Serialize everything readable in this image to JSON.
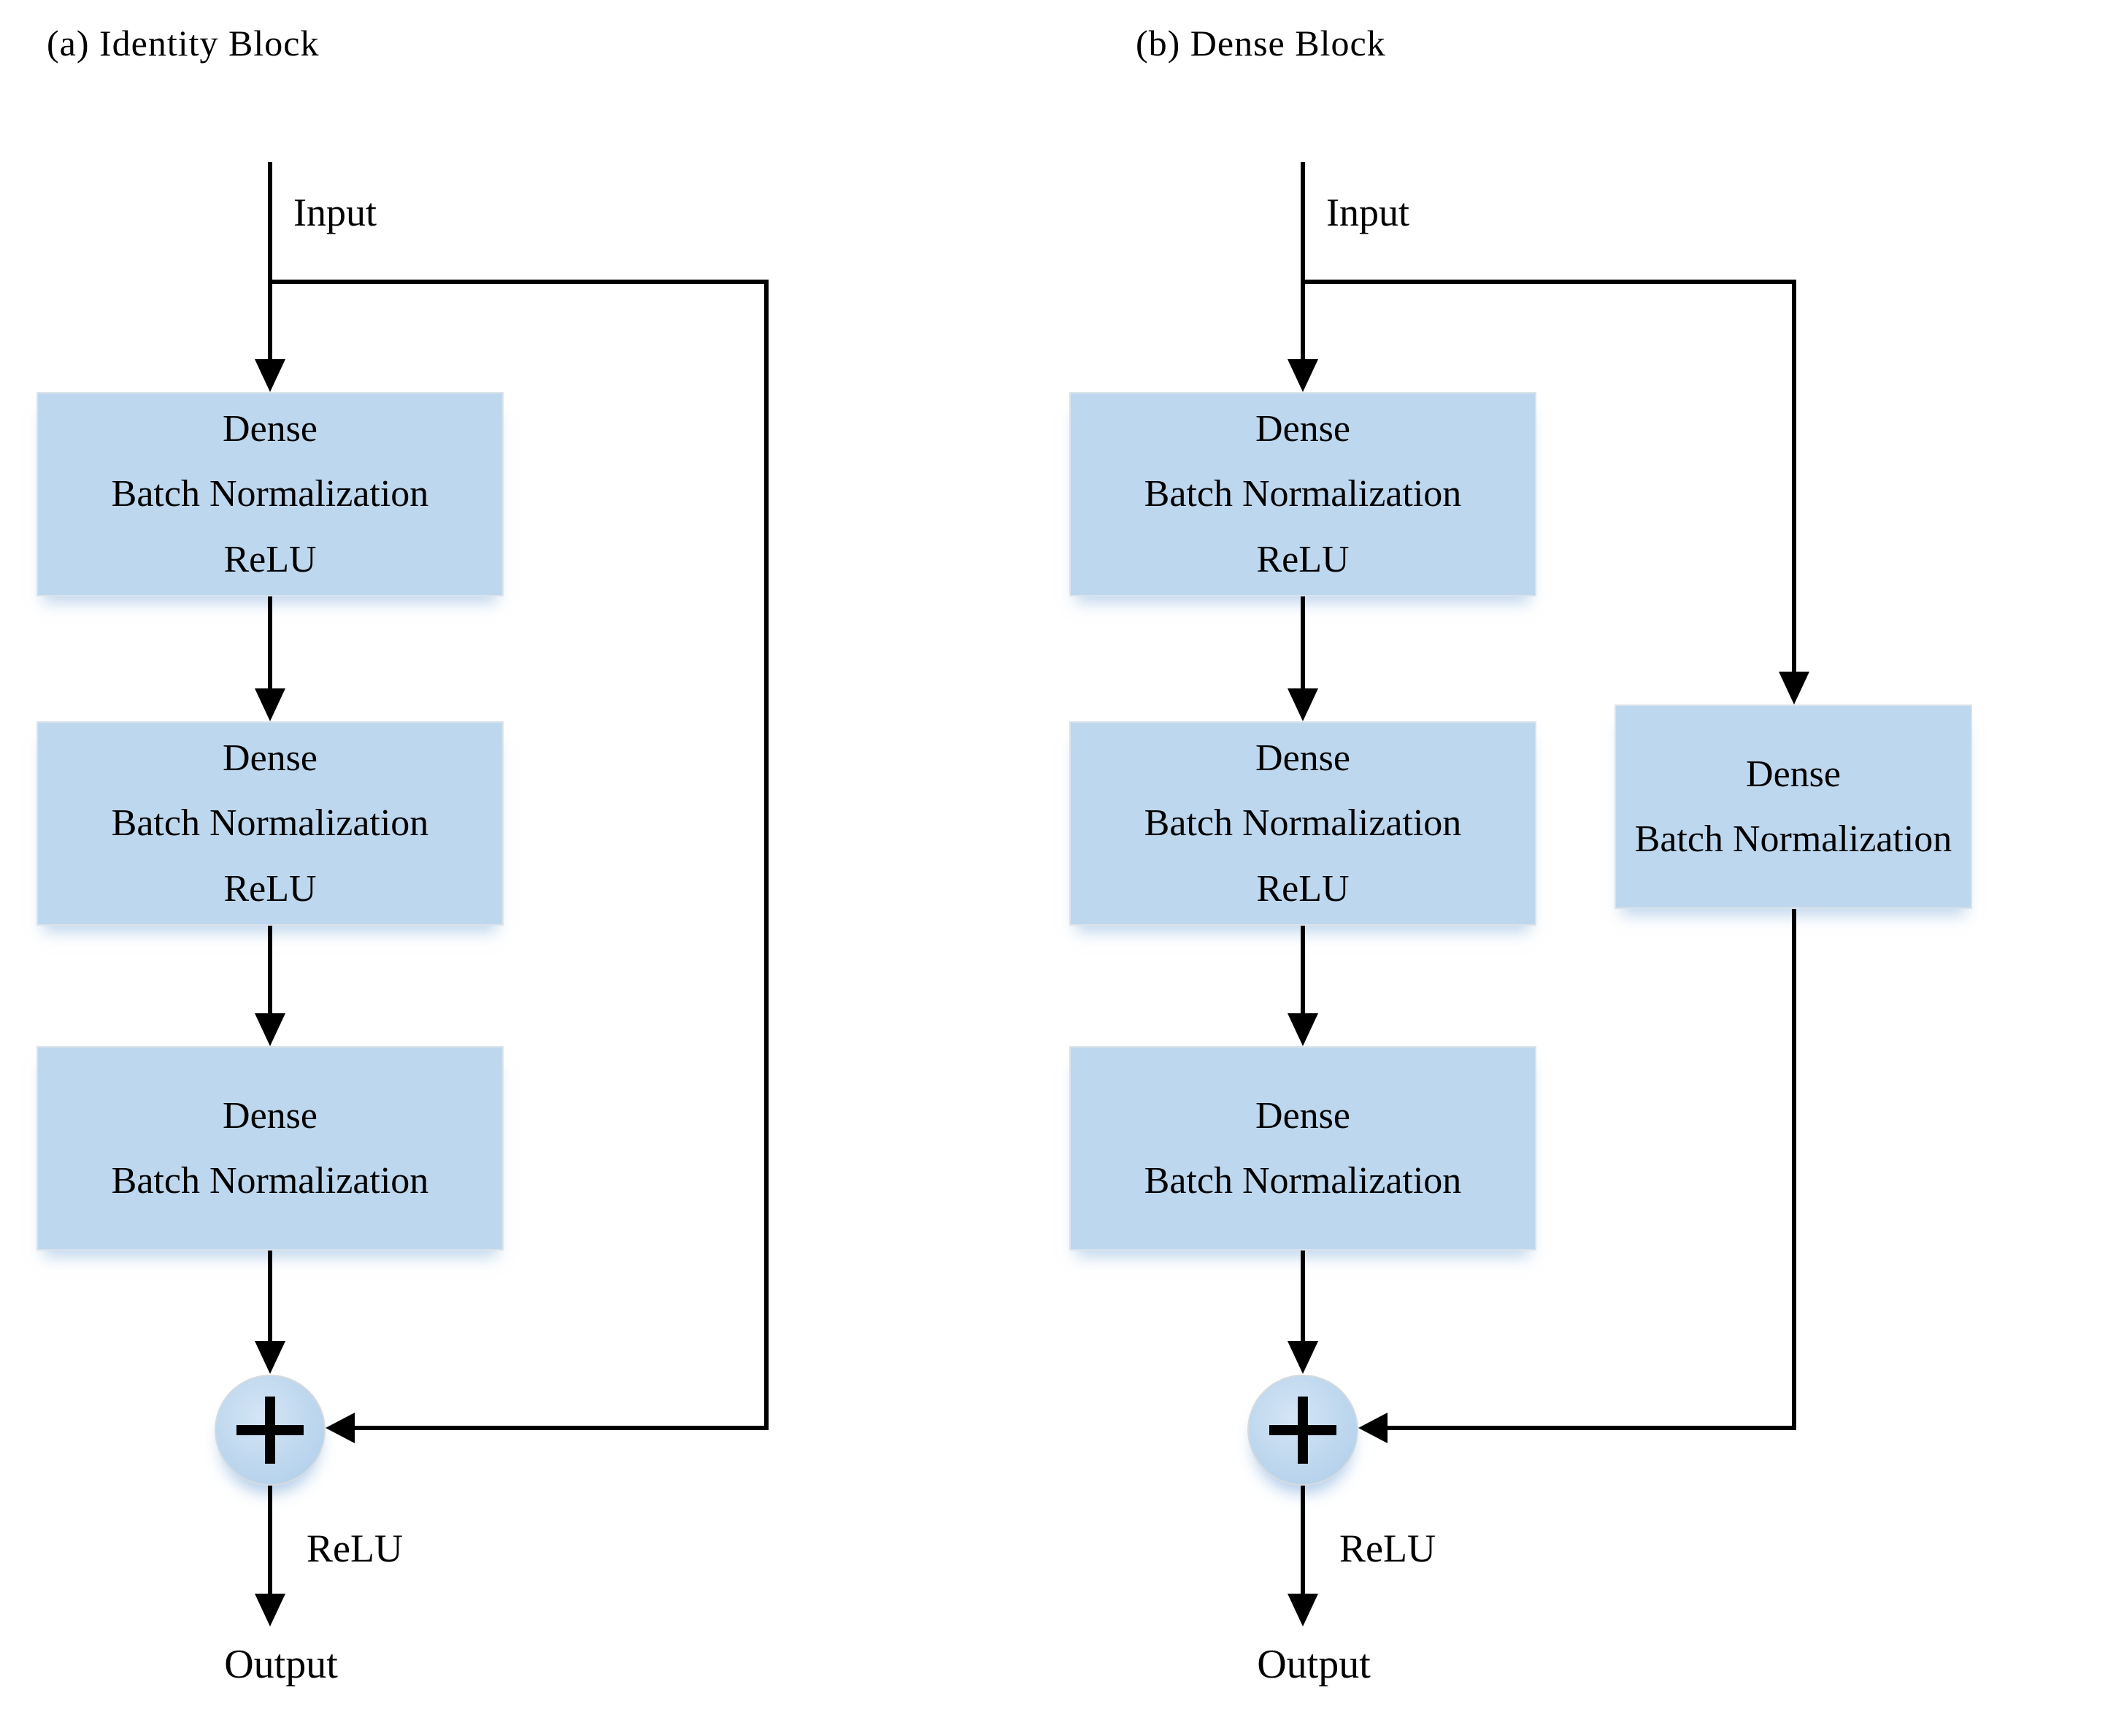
{
  "colors": {
    "background": "#ffffff",
    "box_fill": "#bdd7ee",
    "box_border": "#dbe2ea",
    "connector": "#000000",
    "text": "#000000"
  },
  "icons": {
    "sum_junction": "plus-icon",
    "flow_arrowheads": "arrowhead-icon"
  },
  "panel_a": {
    "title": "(a) Identity Block",
    "input_label": "Input",
    "boxes": [
      {
        "lines": [
          "Dense",
          "Batch Normalization",
          "ReLU"
        ]
      },
      {
        "lines": [
          "Dense",
          "Batch Normalization",
          "ReLU"
        ]
      },
      {
        "lines": [
          "Dense",
          "Batch Normalization"
        ]
      }
    ],
    "sum_symbol": "+",
    "relu_label": "ReLU",
    "output_label": "Output"
  },
  "panel_b": {
    "title": "(b) Dense Block",
    "input_label": "Input",
    "boxes": [
      {
        "lines": [
          "Dense",
          "Batch Normalization",
          "ReLU"
        ]
      },
      {
        "lines": [
          "Dense",
          "Batch Normalization",
          "ReLU"
        ]
      },
      {
        "lines": [
          "Dense",
          "Batch Normalization"
        ]
      }
    ],
    "skip_box": {
      "lines": [
        "Dense",
        "Batch Normalization"
      ]
    },
    "sum_symbol": "+",
    "relu_label": "ReLU",
    "output_label": "Output"
  }
}
